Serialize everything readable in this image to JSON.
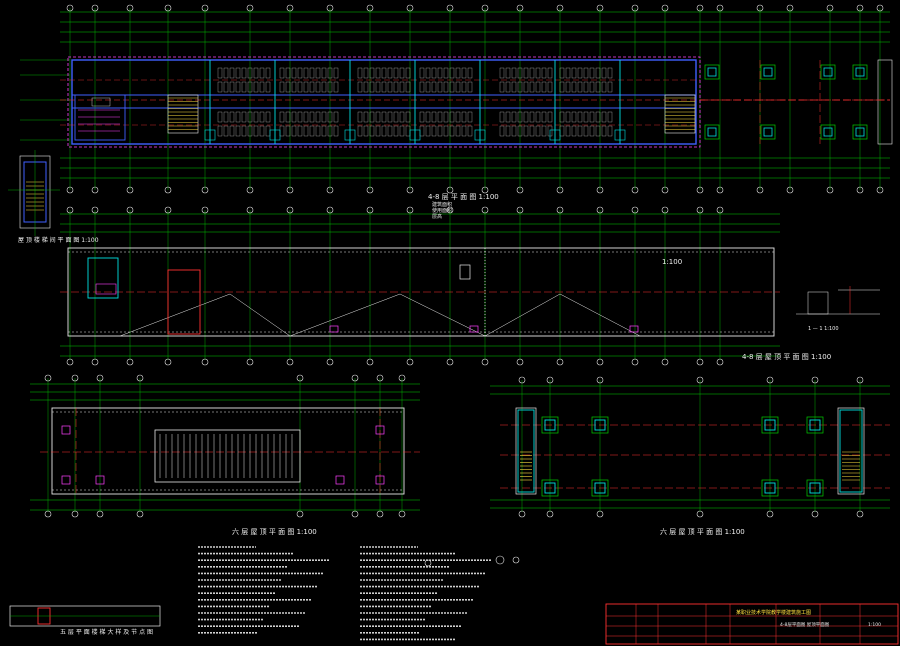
{
  "colors": {
    "background": "#000000",
    "grid": "#00d000",
    "axis": "#ff3030",
    "wall": "#4060ff",
    "cyan": "#00e0e0",
    "magenta": "#ff40ff",
    "white": "#e8e8e8",
    "yellow": "#ffe040"
  },
  "plan_a": {
    "title": "4-8 层 平 面 图 1:100",
    "sub1": "建筑面积",
    "sub2": "使用面积",
    "sub3": "层高"
  },
  "plan_b": {
    "title": "4-8 层 屋 顶 平 面 图 1:100"
  },
  "plan_b_label": "1:100",
  "plan_c": {
    "title": "六 层 屋 顶 平 面 图 1:100"
  },
  "plan_d": {
    "title": "六 层 屋 顶 平 面 图 1:100"
  },
  "left_detail": {
    "title": "屋 顶 楼 梯 间 平 面 图 1:100"
  },
  "bottom_box": {
    "title": "五 层 平 面 楼 梯 大 样 及 节 点 图"
  },
  "section_tag": "1 — 1  1:100",
  "title_block": {
    "project": "某职业技术学院教学楼建筑施工图",
    "drawing": "4-8层平面图 屋顶平面图",
    "scale": "1:100"
  }
}
